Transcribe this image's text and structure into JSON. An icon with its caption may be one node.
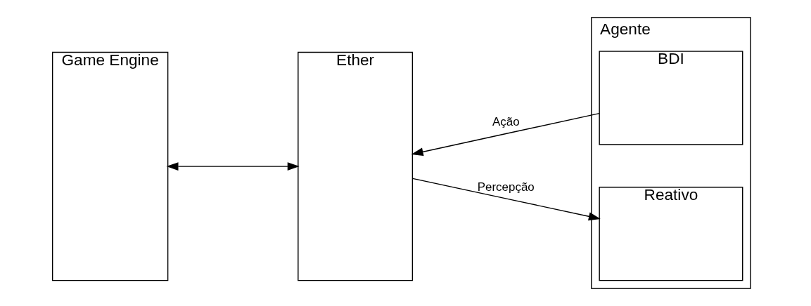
{
  "diagram": {
    "nodes": [
      {
        "text": [
          "Game Engine"
        ]
      },
      {
        "text": [
          "Ether"
        ]
      },
      {
        "text": [
          "Agente"
        ]
      },
      {
        "text": [
          "BDI"
        ],
        "in": 2
      },
      {
        "text": [
          "Reativo"
        ],
        "in": 2
      }
    ],
    "edges": [
      {
        "from": 0,
        "to": 1,
        "arrow": "both"
      },
      {
        "from": 3,
        "to": 1,
        "label": "Ação",
        "arrow": "to"
      },
      {
        "from": 1,
        "to": 4,
        "label": "Percepção",
        "arrow": "to"
      }
    ]
  }
}
